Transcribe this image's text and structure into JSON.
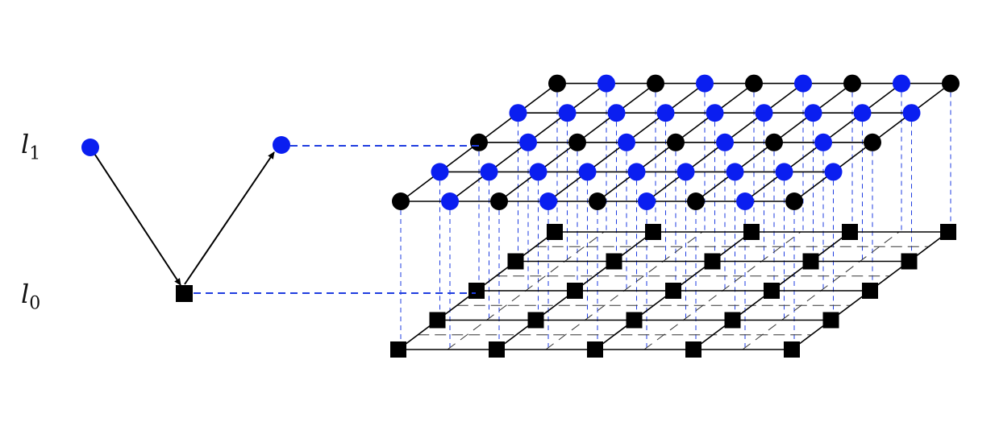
{
  "labels": {
    "upper": {
      "symbol": "l",
      "subscript": "1"
    },
    "lower": {
      "symbol": "l",
      "subscript": "0"
    }
  },
  "lattice": {
    "bottom_layer": {
      "rows": 5,
      "cols": 5,
      "node_shape": "square"
    },
    "top_layer": {
      "rows": 5,
      "cols": 9,
      "node_shape": "circle"
    }
  },
  "colors": {
    "blue": "#0a1ef0",
    "black": "#000000",
    "dashed_projection": "#1f3de0",
    "edge": "#000000"
  }
}
